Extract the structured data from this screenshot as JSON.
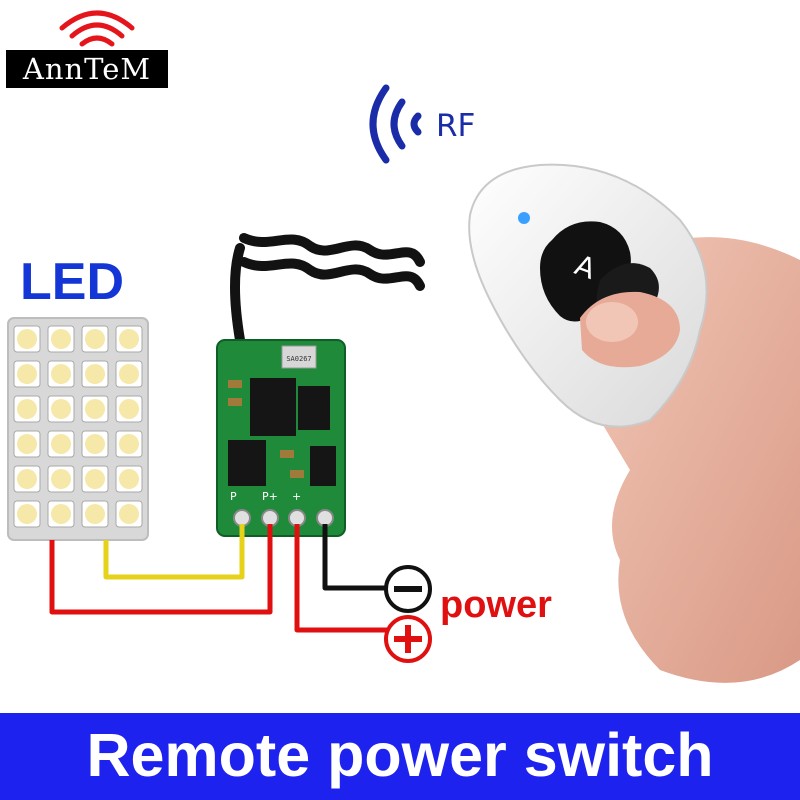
{
  "brand": {
    "name": "AnnTeM"
  },
  "labels": {
    "rf": "RF",
    "led": "LED",
    "power": "power"
  },
  "remote": {
    "button_a": "A"
  },
  "pcb": {
    "silk_p_plus": "P+",
    "silk_p": "P",
    "silk_plus": "+",
    "chip": "SA0267"
  },
  "banner": {
    "text": "Remote power switch"
  },
  "colors": {
    "banner_bg": "#1e22ee",
    "rf_blue": "#1a2ca8",
    "led_blue": "#1536d6",
    "wire_red": "#e01010",
    "wire_yellow": "#e6d21a",
    "wire_black": "#111111",
    "pcb_green": "#1e8a3a"
  },
  "icons": [
    "wifi-signal-icon",
    "rf-signal-icon",
    "minus-circle-icon",
    "plus-circle-icon"
  ]
}
